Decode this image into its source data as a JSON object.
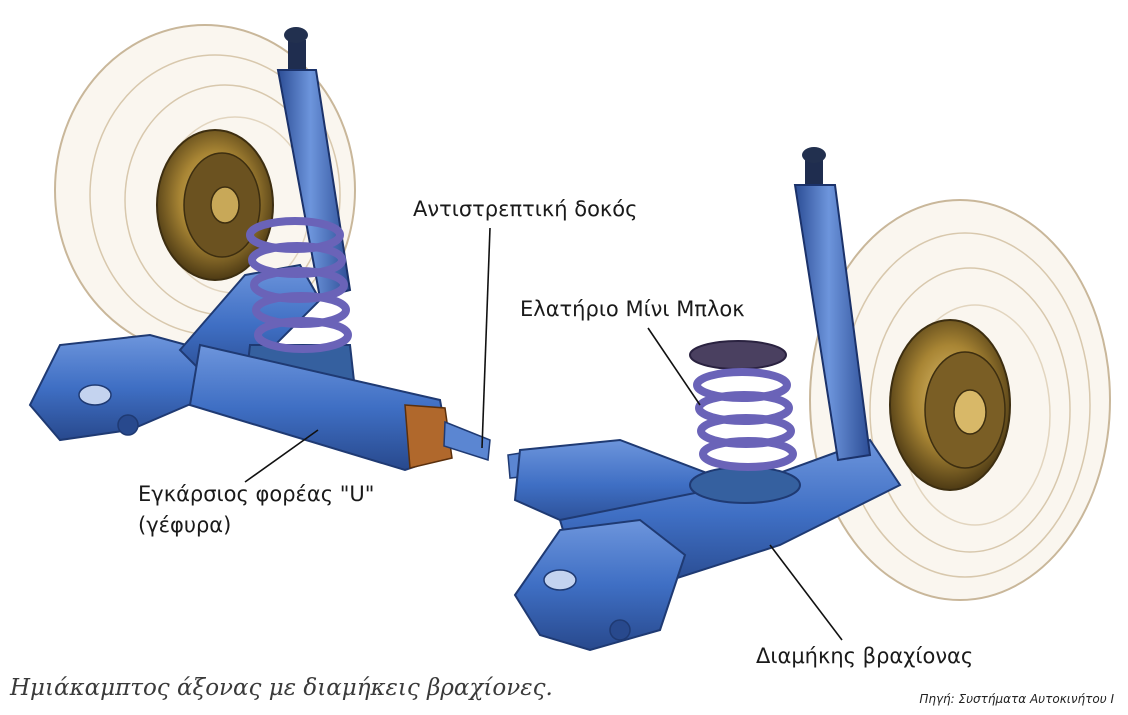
{
  "labels": {
    "anti_roll_bar": "Αντιστρεπτική δοκός",
    "spring": "Ελατήριο Μίνι Μπλοκ",
    "cross_member": "Εγκάρσιος φορέας \"U\"",
    "cross_member_sub": "(γέφυρα)",
    "trailing_arm": "Διαμήκης βραχίονας"
  },
  "caption": "Ημιάκαμπτος άξονας με διαμήκεις βραχίονες.",
  "source": "Πηγή: Συστήματα Αυτοκινήτου Ι",
  "colors": {
    "axle_blue": "#3f6fc4",
    "axle_dark": "#28498d",
    "spring_violet": "#6a63b8",
    "drum_bronze": "#8a6a2a",
    "tyre_outline": "#c9b79a"
  }
}
